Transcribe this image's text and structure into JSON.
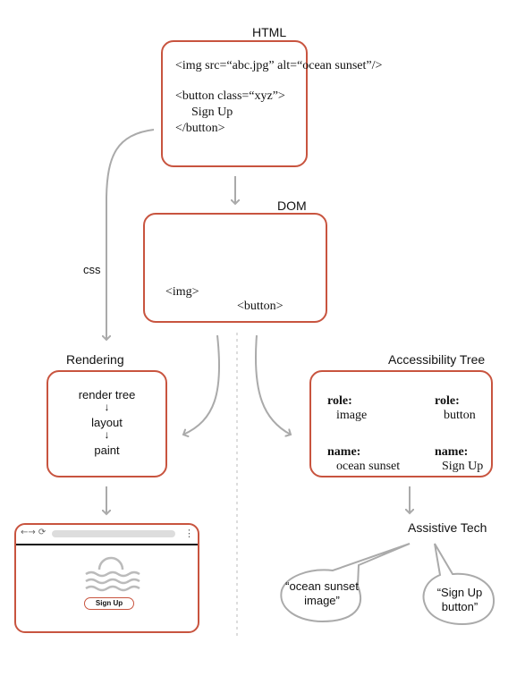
{
  "html_section": {
    "title": "HTML",
    "code_line1": "<img src=“abc.jpg” alt=“ocean sunset”/>",
    "code_line2": "<button class=“xyz”>",
    "code_line3": "Sign Up",
    "code_line4": "</button>"
  },
  "css_label": "css",
  "dom_section": {
    "title": "DOM",
    "node_img": "<img>",
    "node_button": "<button>"
  },
  "rendering_section": {
    "title": "Rendering",
    "step1": "render tree",
    "step2": "layout",
    "step3": "paint",
    "arrow_down": "↓"
  },
  "browser_mock": {
    "nav_icons": "←→ ⟳",
    "menu_icon": "⋮",
    "button_label": "Sign Up"
  },
  "accessibility_section": {
    "title": "Accessibility Tree",
    "left_role_key": "role:",
    "left_role_value": "image",
    "left_name_key": "name:",
    "left_name_value": "ocean sunset",
    "right_role_key": "role:",
    "right_role_value": "button",
    "right_name_key": "name:",
    "right_name_value": "Sign Up"
  },
  "assistive_section": {
    "title": "Assistive Tech",
    "bubble_left_line1": "“ocean sunset",
    "bubble_left_line2": "image”",
    "bubble_right_line1": "“Sign Up",
    "bubble_right_line2": "button”"
  },
  "colors": {
    "box_border": "#c8543f",
    "arrow_gray": "#aaaaaa",
    "line_black": "#111111"
  }
}
